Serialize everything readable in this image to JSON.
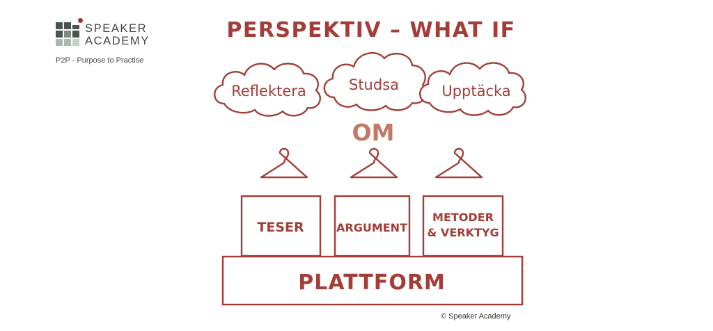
{
  "brand": {
    "name_line1": "SPEAKER",
    "name_line2": "ACADEMY",
    "tagline": "P2P - Purpose to Practise",
    "copyright": "© Speaker Academy",
    "colors": {
      "accent": "#a23e37",
      "om": "#c27862",
      "logo_dark": "#4b5451",
      "logo_light": "#a9b9ae",
      "logo_dot": "#9a3833"
    }
  },
  "diagram": {
    "title": "PERSPEKTIV – WHAT IF",
    "clouds": [
      "Reflektera",
      "Studsa",
      "Upptäcka"
    ],
    "connector": "OM",
    "hanger_icon": "coat-hanger-icon",
    "boxes": [
      "TESER",
      "ARGUMENT",
      "METODER",
      "& VERKTYG"
    ],
    "platform": "PLATTFORM"
  }
}
